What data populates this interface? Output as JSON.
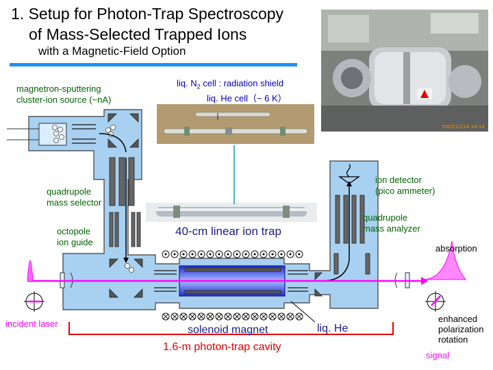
{
  "title": {
    "line1": "1. Setup for Photon-Trap Spectroscopy",
    "line2": "of Mass-Selected Trapped Ions",
    "line3": "with a Magnetic-Field Option"
  },
  "labels": {
    "source": [
      "magnetron-sputtering",
      "cluster-ion source (~nA)"
    ],
    "mass_selector": [
      "quadrupole",
      "mass selector"
    ],
    "ion_guide": [
      "octopole",
      "ion guide"
    ],
    "linear_trap": "40-cm linear ion trap",
    "ln2_pre": "liq. N",
    "ln2_sub": "2",
    "ln2_post": " cell : radiation shield",
    "lhe_cell": "liq. He cell（~ 6 K）",
    "detector": [
      "ion detector",
      "(pico ammeter)"
    ],
    "mass_analyzer": [
      "quadrupole",
      "mass analyzer"
    ],
    "absorption": "absorption",
    "incident_laser": "incident laser",
    "solenoid": "solenoid magnet",
    "liq_he": "liq. He",
    "cavity": "1.6-m photon-trap cavity",
    "enhanced": [
      "enhanced",
      "polarization",
      "rotation"
    ],
    "signal": "signal",
    "photo_timestamp": "2003/12/14 14:14"
  },
  "colors": {
    "title_rule": "#1a8fff",
    "chamber": "#a8d0f0",
    "laser": "#ff00ff",
    "cavity": "#e00000",
    "green_text": "#006400",
    "blue_text": "#0000c0",
    "navy_text": "#1a1a8c"
  },
  "icons": [
    "ion-cluster-icon",
    "polarization-icon",
    "ion-detector-icon"
  ]
}
